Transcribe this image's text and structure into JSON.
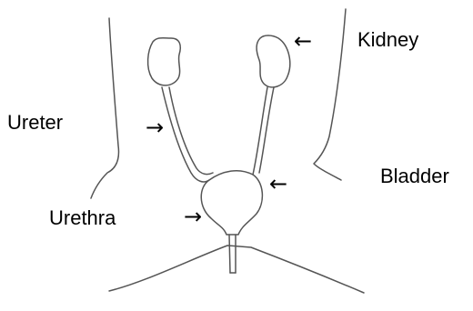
{
  "labels": {
    "kidney": "Kidney",
    "ureter": "Ureter",
    "bladder": "Bladder",
    "urethra": "Urethra"
  },
  "arrows": {
    "kidney": "←",
    "ureter": "→",
    "bladder": "←",
    "urethra": "→"
  },
  "colors": {
    "line": "#555555",
    "text": "#000000",
    "background": "#ffffff"
  }
}
